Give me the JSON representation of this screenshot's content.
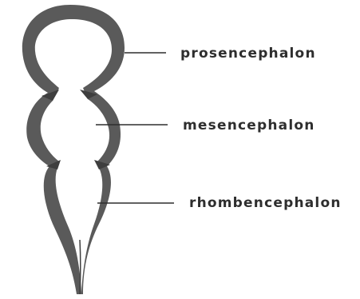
{
  "diagram": {
    "labels": [
      "prosencephalon",
      "mesencephalon",
      "rhombencephalon"
    ],
    "colors": {
      "wall": "#5a5a5a",
      "wall_dark": "#3e3e3e",
      "ink": "#2e2e2e",
      "background": "#ffffff"
    }
  }
}
